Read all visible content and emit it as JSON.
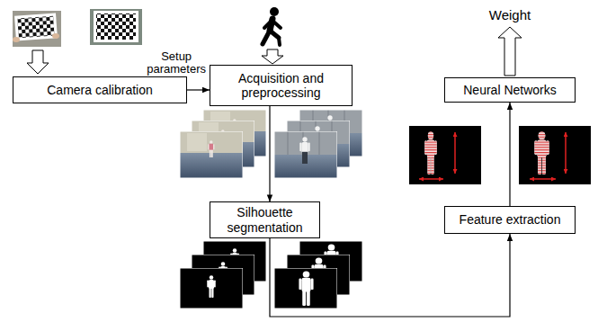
{
  "diagram": {
    "nodes": [
      {
        "text": [
          "Camera calibration"
        ]
      },
      {
        "text": [
          "Acquisition and preprocessing"
        ]
      },
      {
        "text": [
          "Silhouette segmentation"
        ]
      },
      {
        "text": [
          "Neural Networks"
        ]
      },
      {
        "text": [
          "Feature extraction"
        ]
      }
    ],
    "edges": [
      {
        "from": 0,
        "to": 1,
        "arrow": "to",
        "label": "Setup parameters"
      },
      {
        "from": 1,
        "to": 2,
        "arrow": "to"
      },
      {
        "from": 2,
        "to": 4,
        "arrow": "to"
      },
      {
        "from": 4,
        "to": 3,
        "arrow": "to"
      }
    ],
    "labels": [
      "Weight"
    ]
  }
}
